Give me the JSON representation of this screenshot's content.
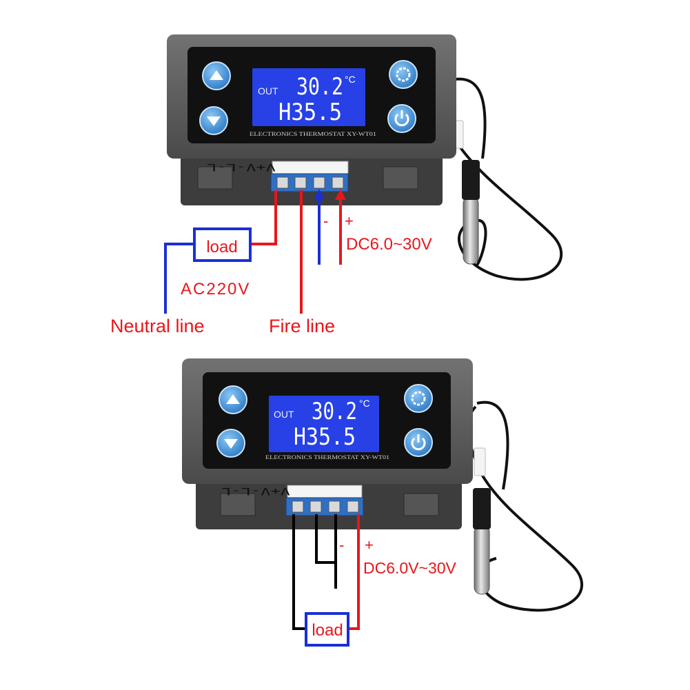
{
  "colors": {
    "red": "#e8161b",
    "blue": "#1a2fd6",
    "black": "#000000",
    "lcd": "#2741e6",
    "case": "#5c5c5c",
    "button": "#3c92dc"
  },
  "top": {
    "lcd": {
      "out": "OUT",
      "temp": "30.2",
      "unit": "°C",
      "humidity": "H35.5"
    },
    "model": "ELECTRONICS THERMOSTAT XY-WT01",
    "terminals": "V+V-L-L",
    "load": "load",
    "minus": "-",
    "plus": "+",
    "dc": "DC6.0~30V",
    "ac": "AC220V",
    "neutral": "Neutral line",
    "fire": "Fire line"
  },
  "bottom": {
    "lcd": {
      "out": "OUT",
      "temp": "30.2",
      "unit": "°C",
      "humidity": "H35.5"
    },
    "model": "ELECTRONICS THERMOSTAT XY-WT01",
    "terminals": "V+V-L-L",
    "load": "load",
    "minus": "-",
    "plus": "+",
    "dc": "DC6.0V~30V"
  },
  "icons": {
    "up": "up-arrow-icon",
    "down": "down-arrow-icon",
    "set": "gear-icon",
    "power": "power-icon"
  }
}
